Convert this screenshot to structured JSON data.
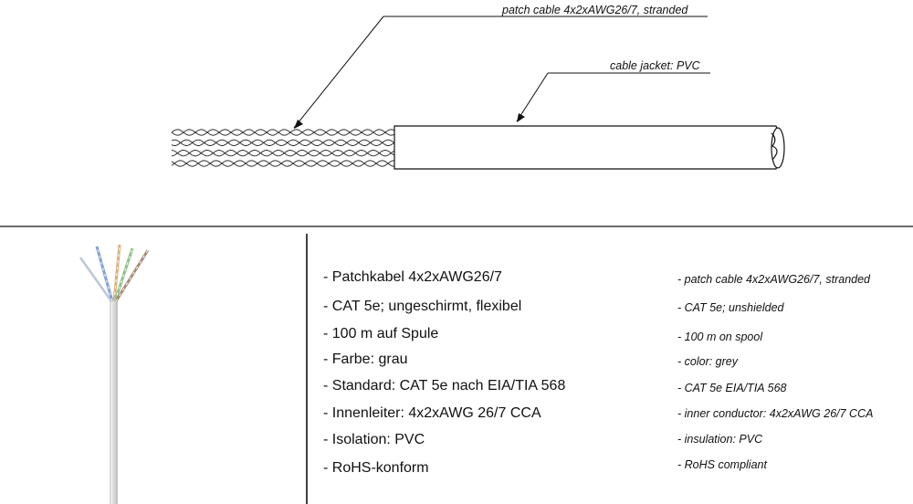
{
  "drawing": {
    "callouts": [
      "patch cable 4x2xAWG26/7, stranded",
      "cable jacket: PVC"
    ]
  },
  "specs": {
    "german": [
      "- Patchkabel 4x2xAWG26/7",
      "- CAT 5e; ungeschirmt, flexibel",
      "- 100 m auf Spule",
      "- Farbe: grau",
      "- Standard: CAT 5e nach  EIA/TIA 568",
      "- Innenleiter: 4x2xAWG 26/7 CCA",
      "- Isolation: PVC",
      "- RoHS-konform"
    ],
    "english": [
      "- patch cable 4x2xAWG26/7, stranded",
      "- CAT 5e; unshielded",
      "- 100 m on spool",
      "- color: grey",
      "- CAT 5e  EIA/TIA 568",
      "- inner conductor: 4x2xAWG 26/7 CCA",
      "- insulation: PVC",
      "- RoHS compliant"
    ]
  },
  "colors": {
    "line": "#111111",
    "cable_photo_jacket": "#d4d4d4",
    "pair_blue": "#7f9fd2",
    "pair_orange": "#d9b07e",
    "pair_green": "#8fbf86",
    "pair_brown": "#a58b78"
  }
}
